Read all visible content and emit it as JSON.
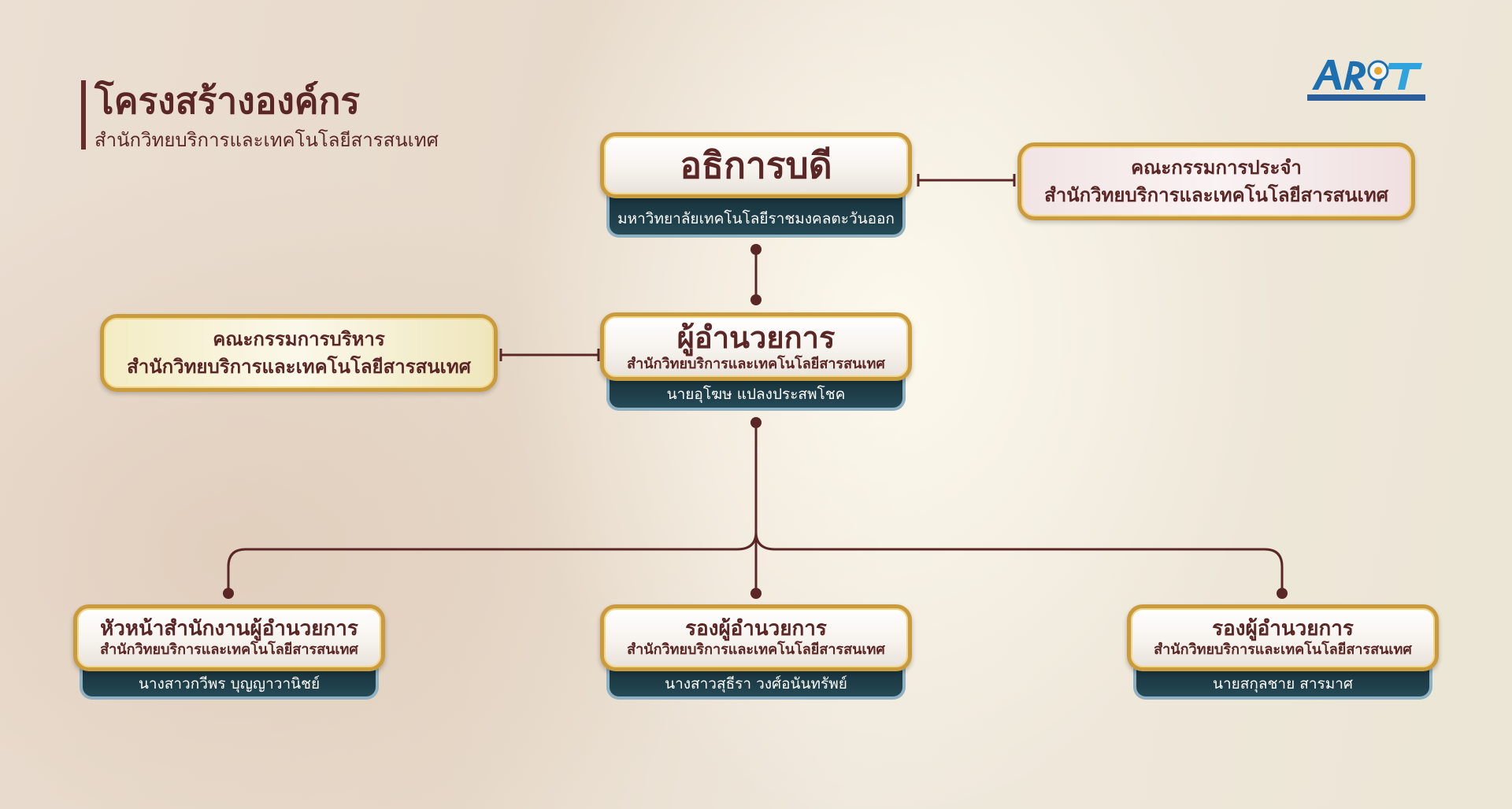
{
  "header": {
    "title": "โครงสร้างองค์กร",
    "subtitle": "สำนักวิทยบริการและเทคโนโลยีสารสนเทศ"
  },
  "logo": {
    "text": "ARIT",
    "icon": "arit-logo-icon"
  },
  "colors": {
    "maroon": "#5a2626",
    "gold": "#c99b3c",
    "plate": "#1f3f4a",
    "connector": "#5a2626"
  },
  "nodes": {
    "president": {
      "title": "อธิการบดี",
      "plate": "มหาวิทยาลัยเทคโนโลยีราชมงคลตะวันออก"
    },
    "director": {
      "title": "ผู้อำนวยการ",
      "subtitle": "สำนักวิทยบริการและเทคโนโลยีสารสนเทศ",
      "plate": "นายอุโฆษ แปลงประสพโชค"
    },
    "office_head": {
      "title": "หัวหน้าสำนักงานผู้อำนวยการ",
      "subtitle": "สำนักวิทยบริการและเทคโนโลยีสารสนเทศ",
      "plate": "นางสาวกวีพร บุญญาวานิชย์"
    },
    "deputy_1": {
      "title": "รองผู้อำนวยการ",
      "subtitle": "สำนักวิทยบริการและเทคโนโลยีสารสนเทศ",
      "plate": "นางสาวสุธีรา วงศ์อนันทรัพย์"
    },
    "deputy_2": {
      "title": "รองผู้อำนวยการ",
      "subtitle": "สำนักวิทยบริการและเทคโนโลยีสารสนเทศ",
      "plate": "นายสกุลชาย สารมาศ"
    }
  },
  "committees": {
    "standing": {
      "line1": "คณะกรรมการประจำ",
      "line2": "สำนักวิทยบริการและเทคโนโลยีสารสนเทศ"
    },
    "executive": {
      "line1": "คณะกรรมการบริหาร",
      "line2": "สำนักวิทยบริการและเทคโนโลยีสารสนเทศ"
    }
  }
}
